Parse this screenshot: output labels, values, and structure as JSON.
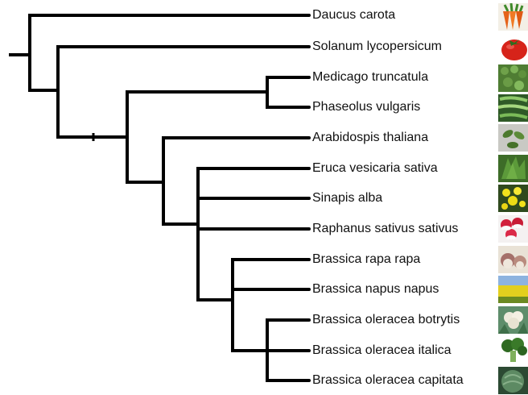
{
  "diagram": {
    "taxa": [
      {
        "name": "Daucus carota",
        "icon": "carrot-icon"
      },
      {
        "name": "Solanum lycopersicum",
        "icon": "tomato-icon"
      },
      {
        "name": "Medicago truncatula",
        "icon": "medicago-icon"
      },
      {
        "name": "Phaseolus vulgaris",
        "icon": "bean-pod-icon"
      },
      {
        "name": "Arabidospis thaliana",
        "icon": "arabidopsis-icon"
      },
      {
        "name": "Eruca vesicaria sativa",
        "icon": "arugula-icon"
      },
      {
        "name": "Sinapis alba",
        "icon": "mustard-flower-icon"
      },
      {
        "name": "Raphanus sativus sativus",
        "icon": "radish-icon"
      },
      {
        "name": "Brassica rapa rapa",
        "icon": "turnip-icon"
      },
      {
        "name": "Brassica napus napus",
        "icon": "rapeseed-field-icon"
      },
      {
        "name": "Brassica oleracea botrytis",
        "icon": "cauliflower-icon"
      },
      {
        "name": "Brassica oleracea italica",
        "icon": "broccoli-icon"
      },
      {
        "name": "Brassica oleracea capitata",
        "icon": "cabbage-icon"
      }
    ]
  }
}
